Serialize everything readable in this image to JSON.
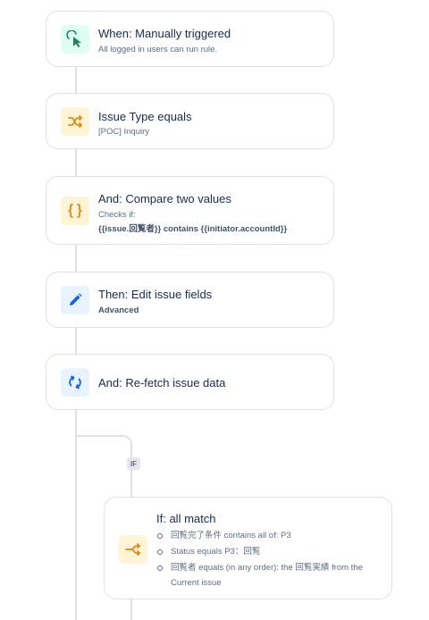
{
  "rule_steps": [
    {
      "title": "When: Manually triggered",
      "subtitle": "All logged in users can run rule.",
      "icon": "cursor-click-icon",
      "accent": "#1f845a",
      "icon_bg": "#dcfff1"
    },
    {
      "title": "Issue Type equals",
      "subtitle": "[POC] Inquiry",
      "icon": "shuffle-icon",
      "accent": "#e2870f",
      "icon_bg": "#fff4d6"
    },
    {
      "title": "And: Compare two values",
      "subtitle": "Checks if:",
      "detail": "{{issue.回覧者}} contains {{initiator.accountId}}",
      "icon": "curly-braces-icon",
      "accent": "#e2870f",
      "icon_bg": "#fff4d6"
    },
    {
      "title": "Then: Edit issue fields",
      "subtitle": "Advanced",
      "icon": "pencil-icon",
      "accent": "#0c66e4",
      "icon_bg": "#e9f2ff"
    },
    {
      "title": "And: Re-fetch issue data",
      "icon": "refresh-icon",
      "accent": "#0c66e4",
      "icon_bg": "#e9f2ff"
    }
  ],
  "branch": {
    "badge": "IF",
    "title": "If: all match",
    "icon": "branch-icon",
    "accent": "#e2870f",
    "icon_bg": "#fff4d6",
    "conditions": [
      "回覧完了条件 contains all of: P3",
      "Status equals P3：回覧",
      "回覧者 equals (in any order): the 回覧実績 from the Current issue"
    ]
  },
  "connector_color": "#dfe1e6"
}
